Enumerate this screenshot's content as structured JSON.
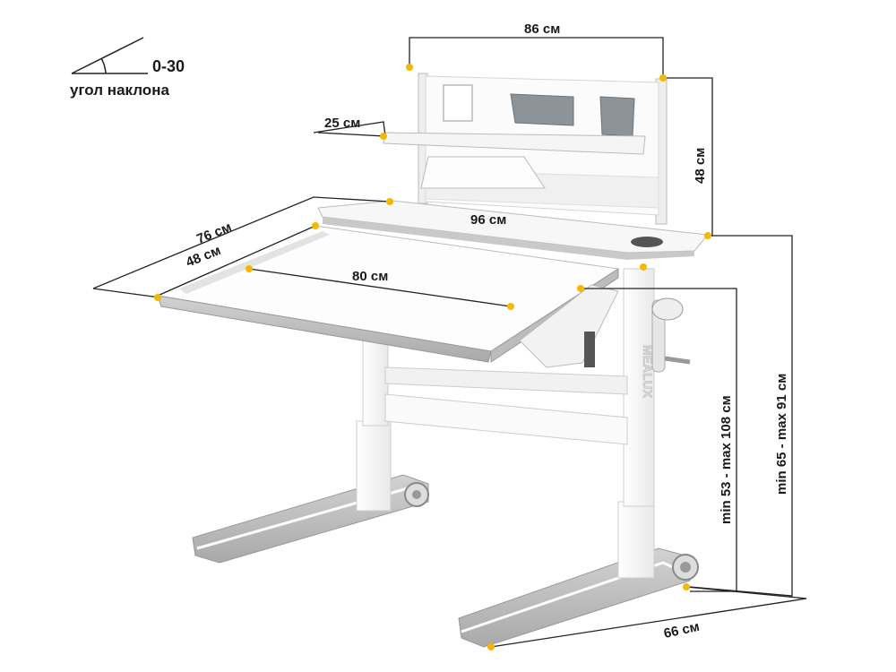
{
  "tilt": {
    "angle_range": "0-30",
    "label": "угол наклона"
  },
  "dimensions": {
    "shelf_width": "86 см",
    "shelf_depth": "25 см",
    "shelf_height": "48 см",
    "desk_depth_total": "76 см",
    "tabletop_width": "96 см",
    "tilt_panel_depth": "48 см",
    "tilt_panel_width": "80 см",
    "height_tilt_panel": "min 53 - max 108 см",
    "height_fixed_top": "min 65 - max 91 см",
    "base_depth": "66 см"
  },
  "brand": {
    "logo_text": "MEALUX"
  },
  "colors": {
    "accent_dot": "#f5b800",
    "frame": "#f4f4f4",
    "trim": "#bdbdbd",
    "line": "#222222"
  }
}
